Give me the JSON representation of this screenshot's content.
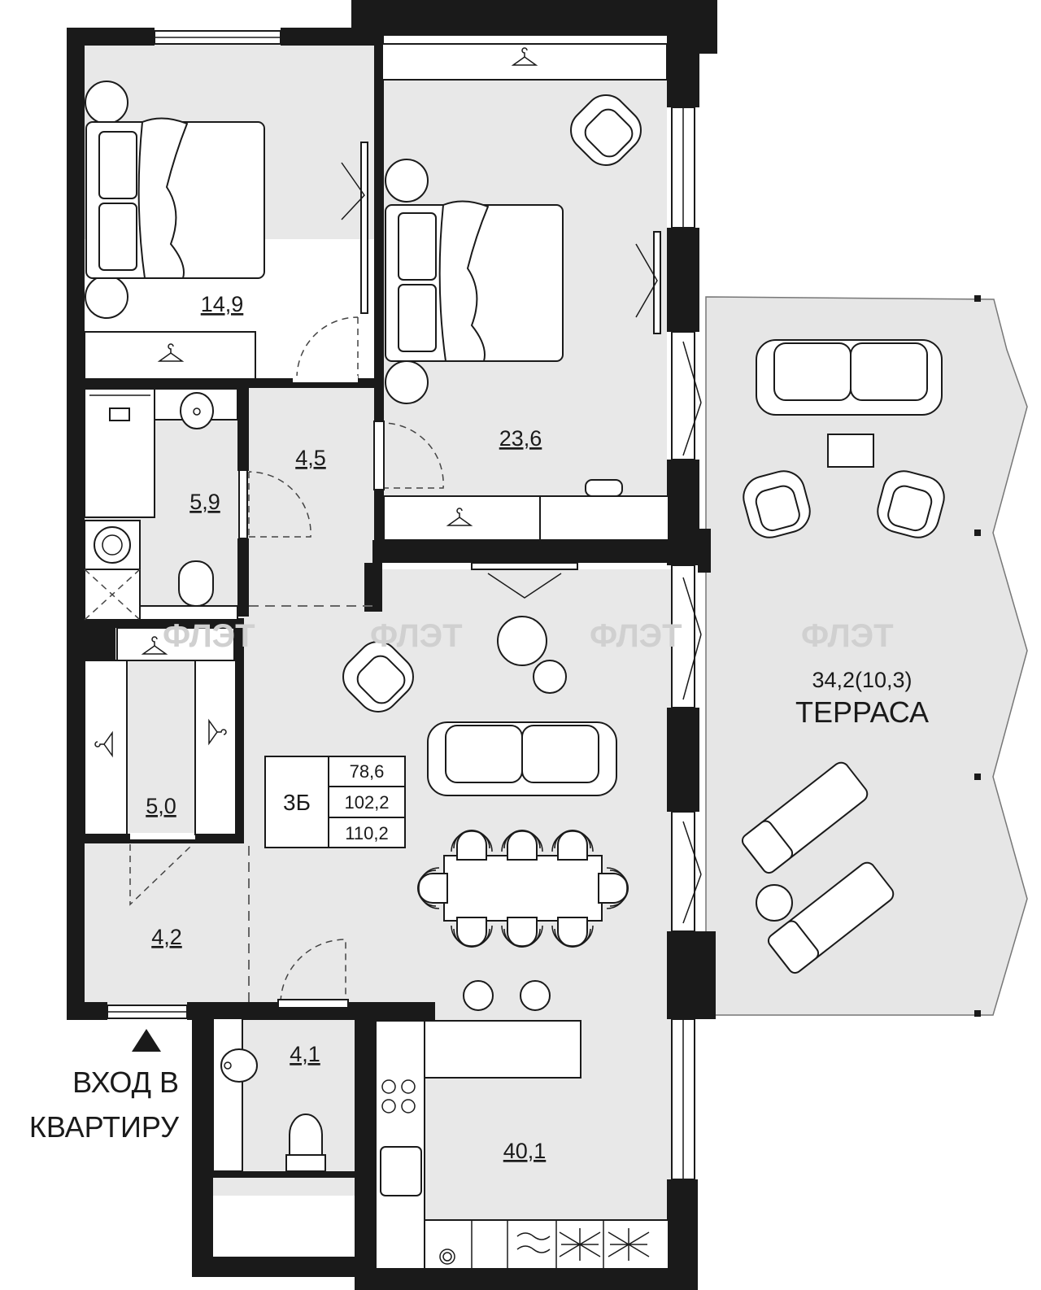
{
  "rooms": {
    "bedroom_left": "14,9",
    "bedroom_right": "23,6",
    "bathroom": "5,9",
    "hall_small": "4,5",
    "wardrobe": "5,0",
    "entry_hall": "4,2",
    "wc": "4,1",
    "living_kitchen": "40,1"
  },
  "terrace": {
    "area": "34,2(10,3)",
    "label": "ТЕРРАСА"
  },
  "summary": {
    "type": "3Б",
    "living_area": "78,6",
    "total_area": "102,2",
    "total_with_terrace": "110,2"
  },
  "entrance": {
    "line1": "ВХОД В",
    "line2": "КВАРТИРУ"
  },
  "watermark": "ФЛЭТ",
  "colors": {
    "wall": "#1a1a1a",
    "floor": "#e8e8e8",
    "terrace": "#e6e6e6",
    "furniture": "#ffffff"
  }
}
